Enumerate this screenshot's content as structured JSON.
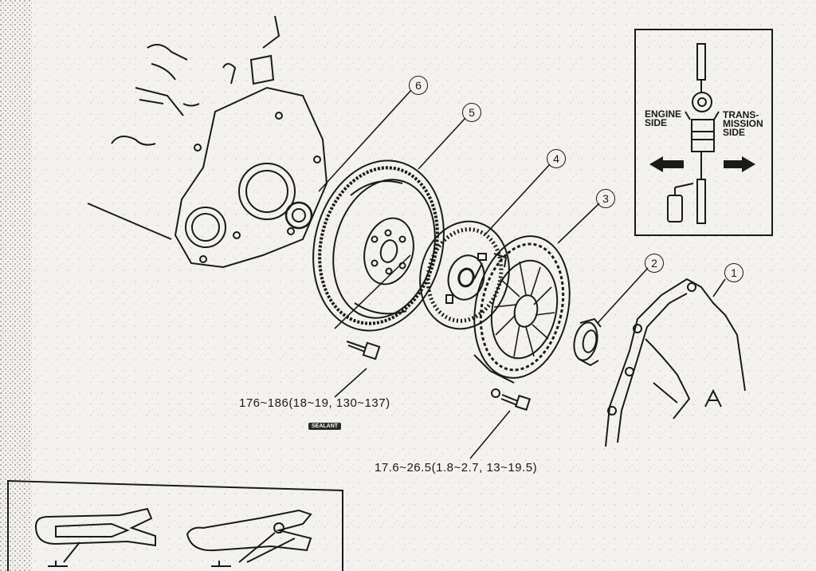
{
  "callouts": {
    "c1": "1",
    "c2": "2",
    "c3": "3",
    "c4": "4",
    "c5": "5",
    "c6": "6"
  },
  "torque": {
    "flywheel_bolt": "176~186(18~19, 130~137)",
    "cover_bolt": "17.6~26.5(1.8~2.7, 13~19.5)"
  },
  "sealant_label": "SEALANT",
  "inset": {
    "engine_side_line1": "ENGINE",
    "engine_side_line2": "SIDE",
    "trans_side_line1": "TRANS-",
    "trans_side_line2": "MISSION",
    "trans_side_line3": "SIDE"
  },
  "housing_mark": "A"
}
